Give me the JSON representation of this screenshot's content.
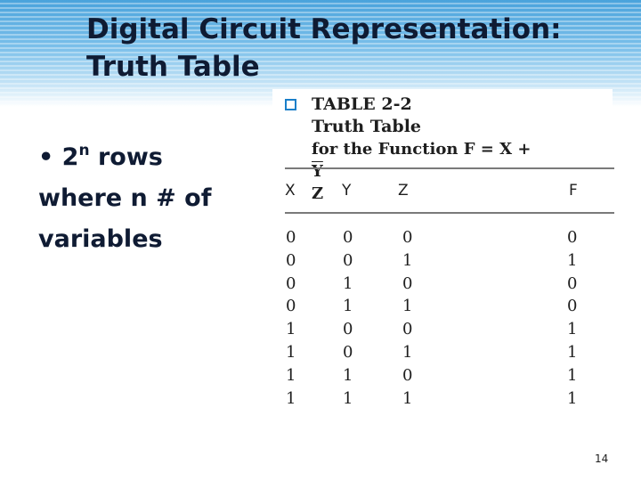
{
  "slide": {
    "title_line1": "Digital Circuit Representation:",
    "title_line2": "Truth Table",
    "bullet": {
      "marker": "•",
      "text_before_exp": "2",
      "exponent": "n",
      "text_after_exp": " rows",
      "line2": "where n # of",
      "line3": "variables"
    },
    "page_number": "14"
  },
  "figure": {
    "caption_line1": "TABLE 2-2",
    "caption_line2": "Truth Table",
    "caption_fn_prefix": "for the Function F = X + ",
    "caption_fn_overlined": "Y",
    "caption_fn_suffix": "Z",
    "columns": [
      "X",
      "Y",
      "Z",
      "F"
    ],
    "rows": [
      [
        "0",
        "0",
        "0",
        "0"
      ],
      [
        "0",
        "0",
        "1",
        "1"
      ],
      [
        "0",
        "1",
        "0",
        "0"
      ],
      [
        "0",
        "1",
        "1",
        "0"
      ],
      [
        "1",
        "0",
        "0",
        "1"
      ],
      [
        "1",
        "0",
        "1",
        "1"
      ],
      [
        "1",
        "1",
        "0",
        "1"
      ],
      [
        "1",
        "1",
        "1",
        "1"
      ]
    ]
  }
}
